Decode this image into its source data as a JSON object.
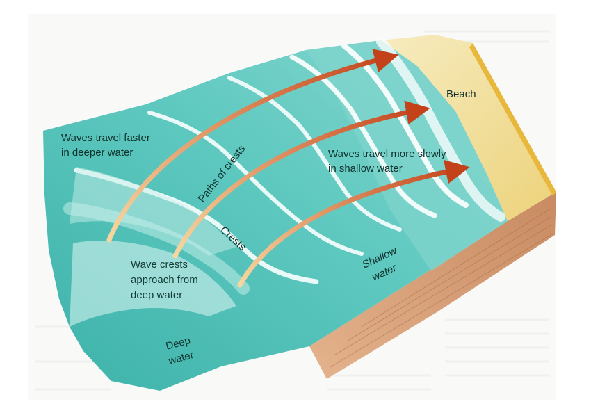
{
  "labels": {
    "beach": "Beach",
    "waves_faster_line1": "Waves travel faster",
    "waves_faster_line2": "in deeper water",
    "paths_of_crests": "Paths of crests",
    "waves_slower_line1": "Waves travel more slowly",
    "waves_slower_line2": "in shallow water",
    "crests": "Crests",
    "wave_crests_line1": "Wave crests",
    "wave_crests_line2": "approach from",
    "wave_crests_line3": "deep water",
    "shallow_line1": "Shallow",
    "shallow_line2": "water",
    "deep_line1": "Deep",
    "deep_line2": "water"
  },
  "colors": {
    "sea_deep": "#4fbfb6",
    "sea_light": "#9fe3dc",
    "foam": "#e8f8f6",
    "beach_sand": "#f2e3a6",
    "beach_edge": "#e9c24f",
    "seabed": "#d9a27a",
    "seabed_dark": "#b8805c",
    "arrow_start": "#f3c889",
    "arrow_end": "#c9461c",
    "page_text_ghost": "#e6e6e6"
  }
}
